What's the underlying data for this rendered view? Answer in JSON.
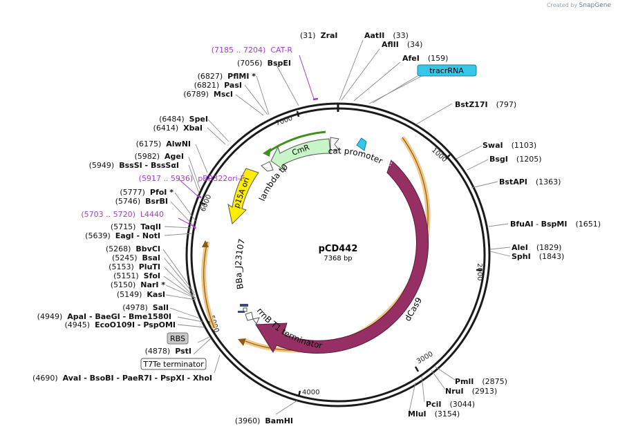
{
  "credit": {
    "prefix": "Created by",
    "brand": "SnapGene"
  },
  "plasmid": {
    "name": "pCD442",
    "length_label": "7368 bp"
  },
  "ticks": [
    "1000",
    "2000",
    "3000",
    "4000",
    "5000",
    "6000",
    "7000"
  ],
  "sites": {
    "zrai": {
      "pos": "(31)",
      "name": "ZraI"
    },
    "aatii": {
      "name": "AatII",
      "pos": "(33)"
    },
    "aflii": {
      "name": "AflII",
      "pos": "(34)"
    },
    "afei": {
      "name": "AfeI",
      "pos": "(159)"
    },
    "bstz17i": {
      "name": "BstZ17I",
      "pos": "(797)"
    },
    "swai": {
      "name": "SwaI",
      "pos": "(1103)"
    },
    "bsgi": {
      "name": "BsgI",
      "pos": "(1205)"
    },
    "bstapi": {
      "name": "BstAPI",
      "pos": "(1363)"
    },
    "bfuai": {
      "name": "BfuAI",
      "sep": " - ",
      "name2": "BspMI",
      "pos": "(1651)"
    },
    "alei": {
      "name": "AleI",
      "pos": "(1829)"
    },
    "sphi": {
      "name": "SphI",
      "pos": "(1843)"
    },
    "pmli": {
      "name": "PmlI",
      "pos": "(2875)"
    },
    "nrui": {
      "name": "NruI",
      "pos": "(2913)"
    },
    "pcii": {
      "name": "PciI",
      "pos": "(3044)"
    },
    "mlui": {
      "name": "MluI",
      "pos": "(3154)"
    },
    "bamhi": {
      "pos": "(3960)",
      "name": "BamHI"
    },
    "avai": {
      "pos": "(4690)",
      "text": "AvaI  -  BsoBI  -  PaeR7I  -  PspXI  -  XhoI"
    },
    "psti": {
      "pos": "(4878)",
      "name": "PstI"
    },
    "ecoo109i": {
      "pos": "(4945)",
      "text": "EcoO109I  -  PspOMI"
    },
    "apai": {
      "pos": "(4949)",
      "text": "ApaI  -  BaeGI  -  Bme1580I"
    },
    "sali": {
      "pos": "(4978)",
      "name": "SalI"
    },
    "kasi": {
      "pos": "(5149)",
      "name": "KasI"
    },
    "nari": {
      "pos": "(5150)",
      "name": "NarI *"
    },
    "sfoi": {
      "pos": "(5151)",
      "name": "SfoI"
    },
    "pluti": {
      "pos": "(5153)",
      "name": "PluTI"
    },
    "bsai": {
      "pos": "(5245)",
      "name": "BsaI"
    },
    "bbvci": {
      "pos": "(5268)",
      "name": "BbvCI"
    },
    "eagi": {
      "pos": "(5639)",
      "text": "EagI  -  NotI"
    },
    "taqii": {
      "pos": "(5715)",
      "name": "TaqII"
    },
    "bsrbi": {
      "pos": "(5746)",
      "name": "BsrBI"
    },
    "pfoi": {
      "pos": "(5777)",
      "name": "PfoI *"
    },
    "bsssi": {
      "pos": "(5949)",
      "text": "BssSI  -  BssSαI"
    },
    "agei": {
      "pos": "(5982)",
      "name": "AgeI"
    },
    "alwni": {
      "pos": "(6175)",
      "name": "AlwNI"
    },
    "xbai": {
      "pos": "(6414)",
      "name": "XbaI"
    },
    "spei": {
      "pos": "(6484)",
      "name": "SpeI"
    },
    "msci": {
      "pos": "(6789)",
      "name": "MscI"
    },
    "pasi": {
      "pos": "(6821)",
      "name": "PasI"
    },
    "pflmi": {
      "pos": "(6827)",
      "name": "PflMI *"
    },
    "bspei": {
      "pos": "(7056)",
      "name": "BspEI"
    }
  },
  "primers": {
    "catr": {
      "range": "(7185 .. 7204)",
      "name": "CAT-R"
    },
    "pbr322": {
      "range": "(5917 .. 5936)",
      "name": "pBR322ori-F"
    },
    "l4440": {
      "range": "(5703 .. 5720)",
      "name": "L4440"
    }
  },
  "features": {
    "tracrrna": "tracrRNA",
    "cat_promoter": "cat promoter",
    "cmr": "CmR",
    "lambda_t0": "lambda t0 terminator",
    "p15a_ori": "p15A ori",
    "dcas9": "dCas9",
    "rrnb_t1": "rrnB T1 terminator",
    "bba_j23107": "BBa_J23107",
    "rbs": "RBS",
    "t7te": "T7Te terminator"
  },
  "colors": {
    "backbone": "#1a1a1a",
    "orf": "#f0c27a",
    "dcas9": "#962f63",
    "cmr_fill": "#c8f5c8",
    "cmr_orf": "#3f8f1f",
    "p15a": "#ffee00",
    "tracrrna": "#35c6ea",
    "primer": "#a43ad0"
  }
}
